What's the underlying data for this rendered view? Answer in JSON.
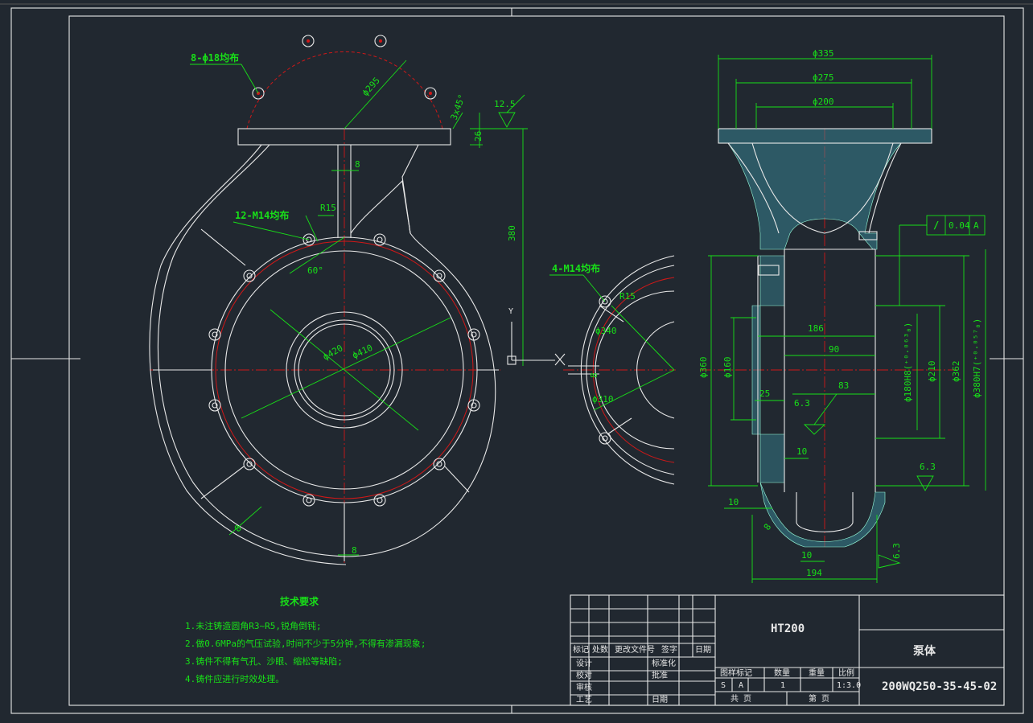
{
  "drawing": {
    "front_view": {
      "bolt_callout_top": "8-ϕ18均布",
      "dia_flange": "ϕ295",
      "chamfer": "3x45°",
      "flange_thk": "26",
      "roughness_top": "12.5",
      "rib_width": "8",
      "thread_callout": "12-M14均布",
      "radius": "R15",
      "angle": "60°",
      "height": "380",
      "dia_outer": "ϕ420",
      "dia_inner": "ϕ410",
      "rib_bottom": "8",
      "rib_left": "8",
      "axis_mark": "Y"
    },
    "partial_view": {
      "thread_callout": "4-M14均布",
      "radius": "R15",
      "dia_a": "ϕ340",
      "dia_b": "ϕ310",
      "rib": "8"
    },
    "section_view": {
      "d335": "ϕ335",
      "d275": "ϕ275",
      "d200": "ϕ200",
      "tolerance_sym": "/",
      "tolerance_val": "0.04",
      "datum": "A",
      "d360": "ϕ360",
      "d160": "ϕ160",
      "l186": "186",
      "l90": "90",
      "l83": "83",
      "l25": "25",
      "rough1": "6.3",
      "rough2": "6.3",
      "rough3": "6.3",
      "d180": "ϕ180H8(⁺⁰·⁰⁶³₀)",
      "d210": "ϕ210",
      "d362": "ϕ362",
      "d380": "ϕ380H7(⁺⁰·⁰⁵⁷₀)",
      "l10a": "10",
      "l10b": "10",
      "l10c": "10",
      "l8": "8",
      "l194": "194"
    },
    "tech_req": {
      "title": "技术要求",
      "items": [
        "1.未注铸造圆角R3~R5,锐角倒钝;",
        "2.做0.6MPa的气压试验,时间不少于5分钟,不得有渗漏现象;",
        "3.铸件不得有气孔、沙眼、缩松等缺陷;",
        "4.铸件应进行时效处理。"
      ]
    },
    "title_block": {
      "material": "HT200",
      "part_name": "泵体",
      "drawing_no": "200WQ250-35-45-02",
      "rev_headers": [
        "标记",
        "处数",
        "更改文件号",
        "签字",
        "日期"
      ],
      "roles": [
        "设计",
        "校对",
        "审核",
        "工艺"
      ],
      "std_label": "标准化",
      "approve_label": "批准",
      "date_label": "日期",
      "stage_label": "图样标记",
      "qty_label": "数量",
      "weight_label": "重量",
      "scale_label": "比例",
      "stage_s": "S",
      "stage_a": "A",
      "qty_val": "1",
      "scale_val": "1:3.0",
      "sheets_label": "共 页",
      "sheet_label": "第 页"
    }
  },
  "colors": {
    "background": "#212830",
    "outline": "#e8e8e8",
    "centerline": "#d01818",
    "dimension": "#18e018",
    "hatch": "#3a8a9a"
  }
}
